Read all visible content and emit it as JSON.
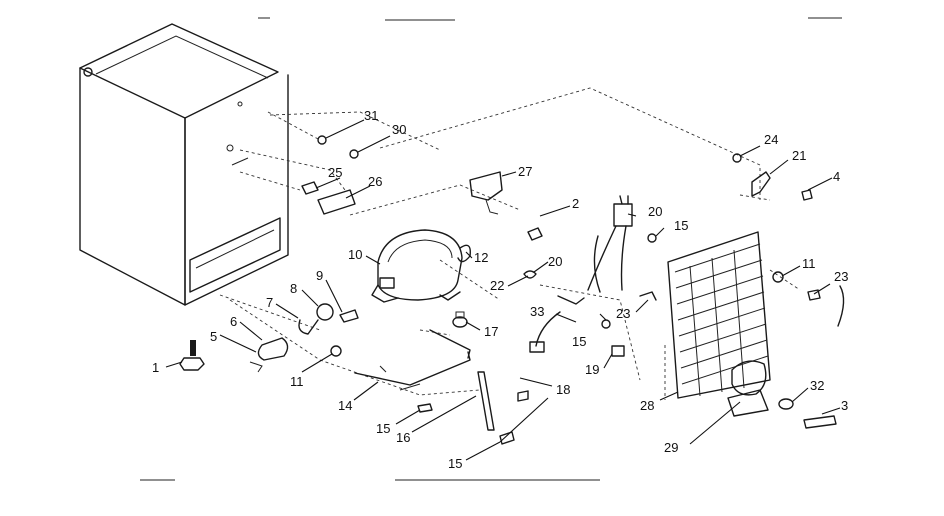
{
  "labels": [
    {
      "id": "p1",
      "text": "1"
    },
    {
      "id": "p2",
      "text": "2"
    },
    {
      "id": "p3",
      "text": "3"
    },
    {
      "id": "p4",
      "text": "4"
    },
    {
      "id": "p5",
      "text": "5"
    },
    {
      "id": "p6",
      "text": "6"
    },
    {
      "id": "p7",
      "text": "7"
    },
    {
      "id": "p8",
      "text": "8"
    },
    {
      "id": "p9",
      "text": "9"
    },
    {
      "id": "p10",
      "text": "10"
    },
    {
      "id": "p11a",
      "text": "11"
    },
    {
      "id": "p11b",
      "text": "11"
    },
    {
      "id": "p12",
      "text": "12"
    },
    {
      "id": "p14",
      "text": "14"
    },
    {
      "id": "p15a",
      "text": "15"
    },
    {
      "id": "p15b",
      "text": "15"
    },
    {
      "id": "p15c",
      "text": "15"
    },
    {
      "id": "p15d",
      "text": "15"
    },
    {
      "id": "p16",
      "text": "16"
    },
    {
      "id": "p17",
      "text": "17"
    },
    {
      "id": "p18",
      "text": "18"
    },
    {
      "id": "p19",
      "text": "19"
    },
    {
      "id": "p20a",
      "text": "20"
    },
    {
      "id": "p20b",
      "text": "20"
    },
    {
      "id": "p21",
      "text": "21"
    },
    {
      "id": "p22",
      "text": "22"
    },
    {
      "id": "p23a",
      "text": "23"
    },
    {
      "id": "p23b",
      "text": "23"
    },
    {
      "id": "p24",
      "text": "24"
    },
    {
      "id": "p25",
      "text": "25"
    },
    {
      "id": "p26",
      "text": "26"
    },
    {
      "id": "p27",
      "text": "27"
    },
    {
      "id": "p28",
      "text": "28"
    },
    {
      "id": "p29",
      "text": "29"
    },
    {
      "id": "p30",
      "text": "30"
    },
    {
      "id": "p31",
      "text": "31"
    },
    {
      "id": "p32",
      "text": "32"
    },
    {
      "id": "p33",
      "text": "33"
    }
  ]
}
